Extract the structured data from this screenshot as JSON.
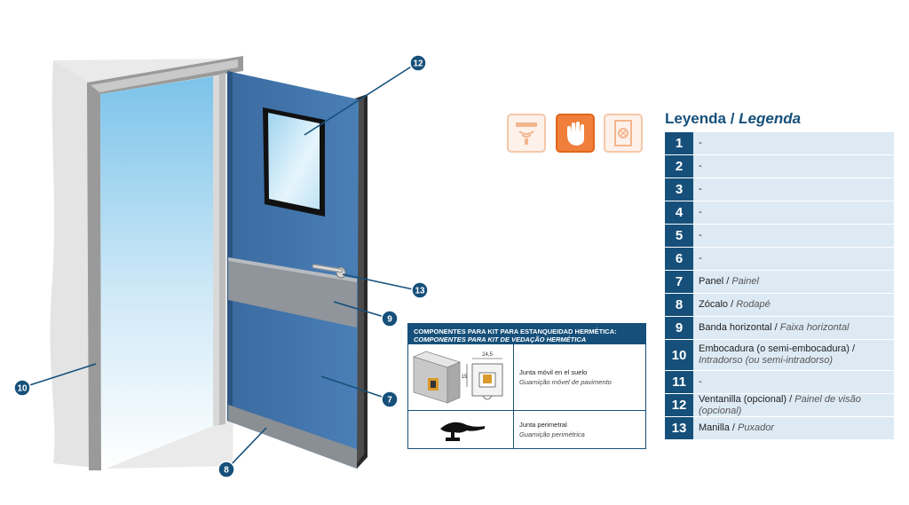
{
  "callouts": [
    {
      "num": "12"
    },
    {
      "num": "13"
    },
    {
      "num": "9"
    },
    {
      "num": "7"
    },
    {
      "num": "8"
    },
    {
      "num": "10"
    }
  ],
  "icons": [
    {
      "name": "floor-sensor-icon",
      "active": false
    },
    {
      "name": "hand-icon",
      "active": true
    },
    {
      "name": "door-panel-icon",
      "active": false
    }
  ],
  "legend": {
    "title_es": "Leyenda / ",
    "title_pt": "Legenda",
    "rows": [
      {
        "num": "1",
        "es": "-",
        "pt": ""
      },
      {
        "num": "2",
        "es": "-",
        "pt": ""
      },
      {
        "num": "3",
        "es": "-",
        "pt": ""
      },
      {
        "num": "4",
        "es": "-",
        "pt": ""
      },
      {
        "num": "5",
        "es": "-",
        "pt": ""
      },
      {
        "num": "6",
        "es": "-",
        "pt": ""
      },
      {
        "num": "7",
        "es": "Panel / ",
        "pt": "Painel"
      },
      {
        "num": "8",
        "es": "Zócalo / ",
        "pt": "Rodapé"
      },
      {
        "num": "9",
        "es": "Banda horizontal / ",
        "pt": "Faixa horizontal"
      },
      {
        "num": "10",
        "es": "Embocadura (o semi-embocadura) /",
        "pt": "Intradorso (ou semi-intradorso)"
      },
      {
        "num": "11",
        "es": "-",
        "pt": ""
      },
      {
        "num": "12",
        "es": "Ventanilla (opcional) / ",
        "pt": "Painel de visão (opcional)"
      },
      {
        "num": "13",
        "es": "Manilla / ",
        "pt": "Puxador"
      }
    ]
  },
  "kit": {
    "header_es": "COMPONENTES PARA KIT PARA ESTANQUEIDAD HERMÉTICA:",
    "header_pt": "COMPONENTES PARA KIT DE VEDAÇÃO HERMÉTICA",
    "rows": [
      {
        "es": "Junta móvil en el suelo",
        "pt": "Guarnição móvel de pavimento",
        "dim_w": "24,5",
        "dim_h": "19"
      },
      {
        "es": "Junta perimetral",
        "pt": "Guarnição perimétrica"
      }
    ]
  },
  "colors": {
    "accent": "#16507a",
    "door_blue": "#3f72a8",
    "orange": "#ef7f3a"
  }
}
